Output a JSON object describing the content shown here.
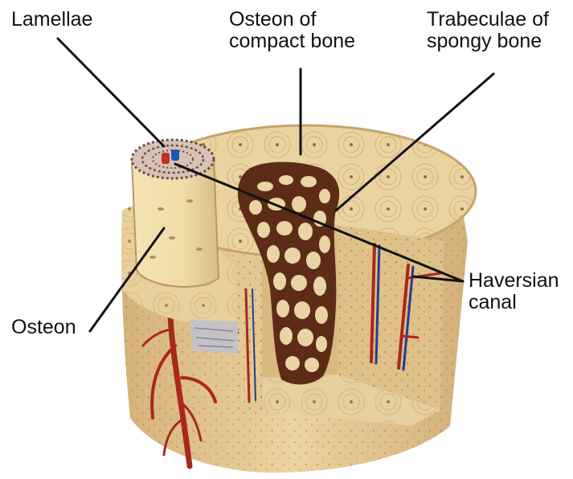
{
  "labels": {
    "lamellae": "Lamellae",
    "osteon_compact": [
      "Osteon of",
      "compact bone"
    ],
    "trabeculae": [
      "Trabeculae of",
      "spongy bone"
    ],
    "haversian": [
      "Haversian",
      "canal"
    ],
    "osteon": "Osteon"
  },
  "colors": {
    "bone_light": "#eedcae",
    "bone_mid": "#d9bd86",
    "bone_dark": "#b8935a",
    "spongy_dark": "#5a2b16",
    "spongy_light": "#e6cfa0",
    "artery": "#a8281d",
    "vein": "#1e3f8f",
    "leader_line": "#111111"
  }
}
